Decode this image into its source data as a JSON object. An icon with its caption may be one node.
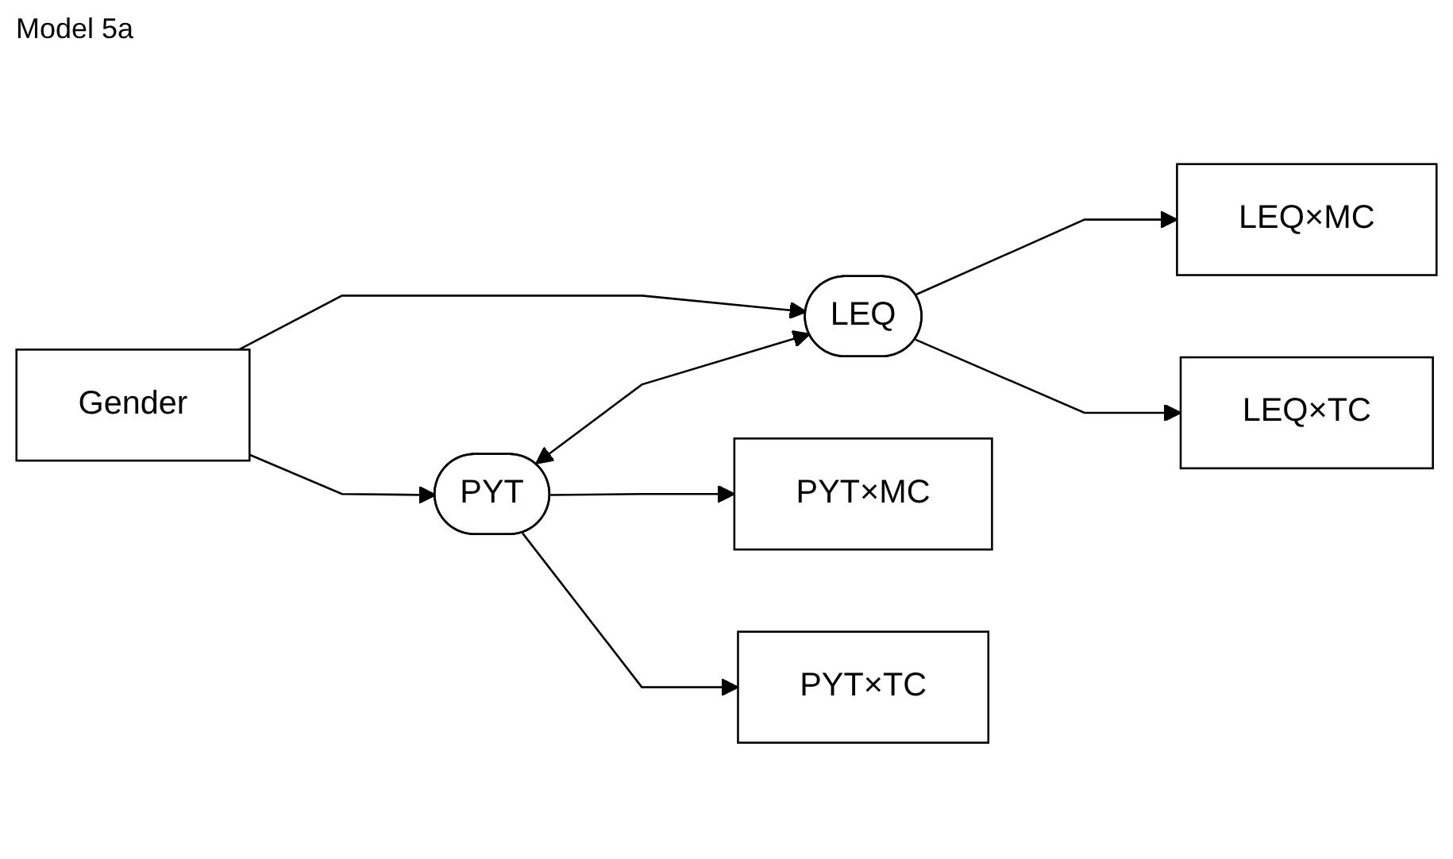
{
  "diagram": {
    "title": "Model 5a",
    "nodes": [
      {
        "text": [
          "Gender"
        ]
      },
      {
        "text": [
          "PYT"
        ]
      },
      {
        "text": [
          "LEQ"
        ]
      },
      {
        "text": [
          "PYT×MC"
        ]
      },
      {
        "text": [
          "PYT×TC"
        ]
      },
      {
        "text": [
          "LEQ×MC"
        ]
      },
      {
        "text": [
          "LEQ×TC"
        ]
      }
    ],
    "edges": [
      {
        "from": 0,
        "to": 1,
        "arrow": "to"
      },
      {
        "from": 0,
        "to": 2,
        "arrow": "to"
      },
      {
        "from": 1,
        "to": 2,
        "arrow": "both"
      },
      {
        "from": 1,
        "to": 3,
        "arrow": "to"
      },
      {
        "from": 1,
        "to": 4,
        "arrow": "to"
      },
      {
        "from": 2,
        "to": 5,
        "arrow": "to"
      },
      {
        "from": 2,
        "to": 6,
        "arrow": "to"
      }
    ]
  }
}
